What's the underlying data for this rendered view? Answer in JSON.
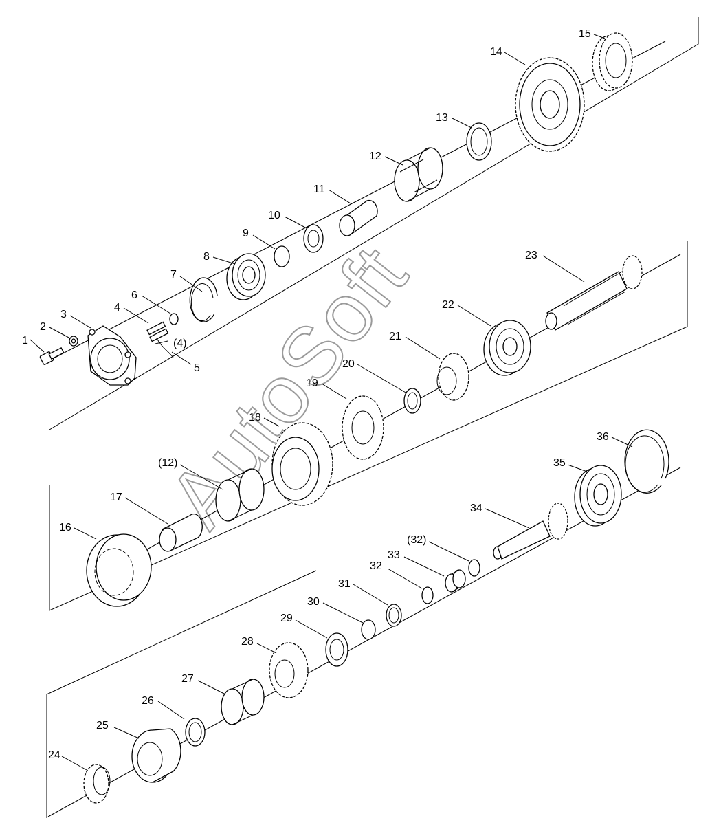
{
  "watermark": "AutoSoft",
  "callouts": [
    {
      "id": "1",
      "text": "1"
    },
    {
      "id": "2",
      "text": "2"
    },
    {
      "id": "3",
      "text": "3"
    },
    {
      "id": "4",
      "text": "4"
    },
    {
      "id": "4b",
      "text": "(4)"
    },
    {
      "id": "5",
      "text": "5"
    },
    {
      "id": "6",
      "text": "6"
    },
    {
      "id": "7",
      "text": "7"
    },
    {
      "id": "8",
      "text": "8"
    },
    {
      "id": "9",
      "text": "9"
    },
    {
      "id": "10",
      "text": "10"
    },
    {
      "id": "11",
      "text": "11"
    },
    {
      "id": "12",
      "text": "12"
    },
    {
      "id": "13",
      "text": "13"
    },
    {
      "id": "14",
      "text": "14"
    },
    {
      "id": "15",
      "text": "15"
    },
    {
      "id": "12b",
      "text": "(12)"
    },
    {
      "id": "16",
      "text": "16"
    },
    {
      "id": "17",
      "text": "17"
    },
    {
      "id": "18",
      "text": "18"
    },
    {
      "id": "19",
      "text": "19"
    },
    {
      "id": "20",
      "text": "20"
    },
    {
      "id": "21",
      "text": "21"
    },
    {
      "id": "22",
      "text": "22"
    },
    {
      "id": "23",
      "text": "23"
    },
    {
      "id": "24",
      "text": "24"
    },
    {
      "id": "25",
      "text": "25"
    },
    {
      "id": "26",
      "text": "26"
    },
    {
      "id": "27",
      "text": "27"
    },
    {
      "id": "28",
      "text": "28"
    },
    {
      "id": "29",
      "text": "29"
    },
    {
      "id": "30",
      "text": "30"
    },
    {
      "id": "31",
      "text": "31"
    },
    {
      "id": "32",
      "text": "32"
    },
    {
      "id": "32b",
      "text": "(32)"
    },
    {
      "id": "33",
      "text": "33"
    },
    {
      "id": "34",
      "text": "34"
    },
    {
      "id": "35",
      "text": "35"
    },
    {
      "id": "36",
      "text": "36"
    }
  ]
}
